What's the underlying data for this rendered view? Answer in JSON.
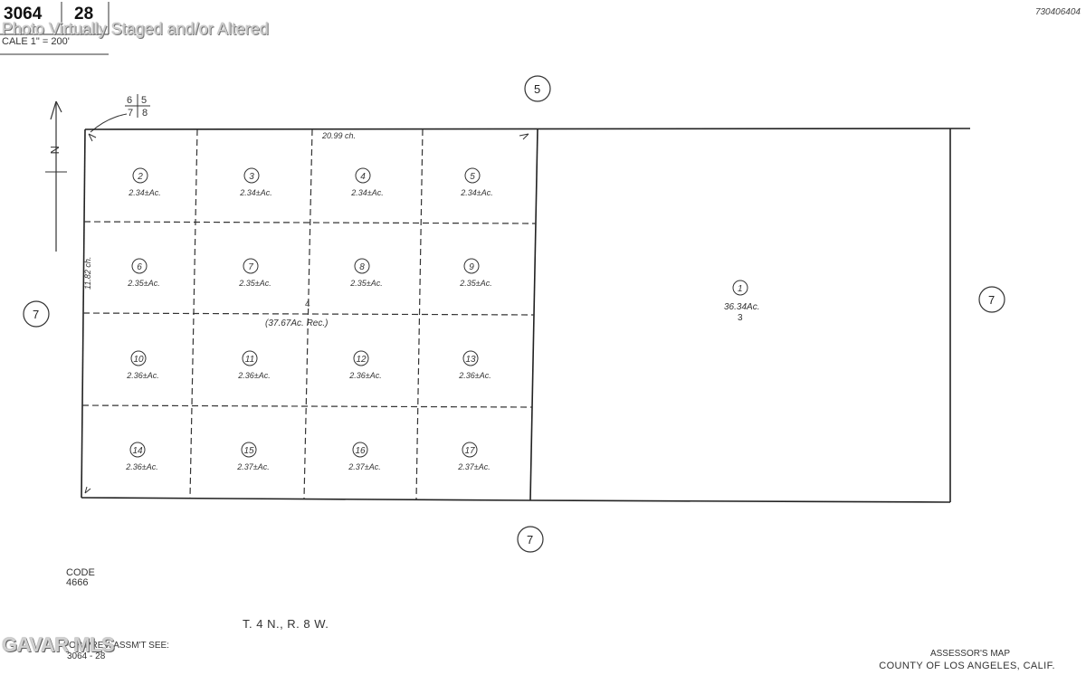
{
  "header": {
    "book": "3064",
    "page": "28",
    "scale": "CALE 1\" = 200'",
    "watermark": "Photo Virtually Staged and/or Altered",
    "map_id": "730406404"
  },
  "section_grid": [
    "6",
    "5",
    "7",
    "8"
  ],
  "measurements": {
    "top_chain": "20.99 ch.",
    "side_chain": "11.82 ch."
  },
  "parcel_4": {
    "label": "4",
    "area": "(37.67Ac. Rec.)"
  },
  "lots": [
    {
      "num": "2",
      "area": "2.34±Ac."
    },
    {
      "num": "6",
      "area": "2.35±Ac."
    },
    {
      "num": "10",
      "area": "2.36±Ac."
    },
    {
      "num": "14",
      "area": "2.36±Ac."
    },
    {
      "num": "3",
      "area": "2.34±Ac."
    },
    {
      "num": "7",
      "area": "2.35±Ac."
    },
    {
      "num": "11",
      "area": "2.36±Ac."
    },
    {
      "num": "15",
      "area": "2.37±Ac."
    },
    {
      "num": "4",
      "area": "2.34±Ac."
    },
    {
      "num": "8",
      "area": "2.35±Ac."
    },
    {
      "num": "12",
      "area": "2.36±Ac."
    },
    {
      "num": "16",
      "area": "2.37±Ac."
    },
    {
      "num": "5",
      "area": "2.34±Ac."
    },
    {
      "num": "9",
      "area": "2.35±Ac."
    },
    {
      "num": "13",
      "area": "2.36±Ac."
    },
    {
      "num": "17",
      "area": "2.37±Ac."
    }
  ],
  "large_parcel": {
    "num": "1",
    "area": "36.34Ac.",
    "sub": "3"
  },
  "adjacent_pages": {
    "top": "5",
    "left": "7",
    "right": "7",
    "bottom": "7"
  },
  "north_label": "N",
  "footer": {
    "code_label": "CODE",
    "code_value": "4666",
    "township": "T. 4 N., R. 8 W.",
    "prev_label": "FOR PREV. ASSM'T SEE:",
    "prev_value": "3064 - 28",
    "logo": "GAVAR MLS",
    "assessor": "ASSESSOR'S MAP",
    "county": "COUNTY OF LOS ANGELES, CALIF."
  }
}
